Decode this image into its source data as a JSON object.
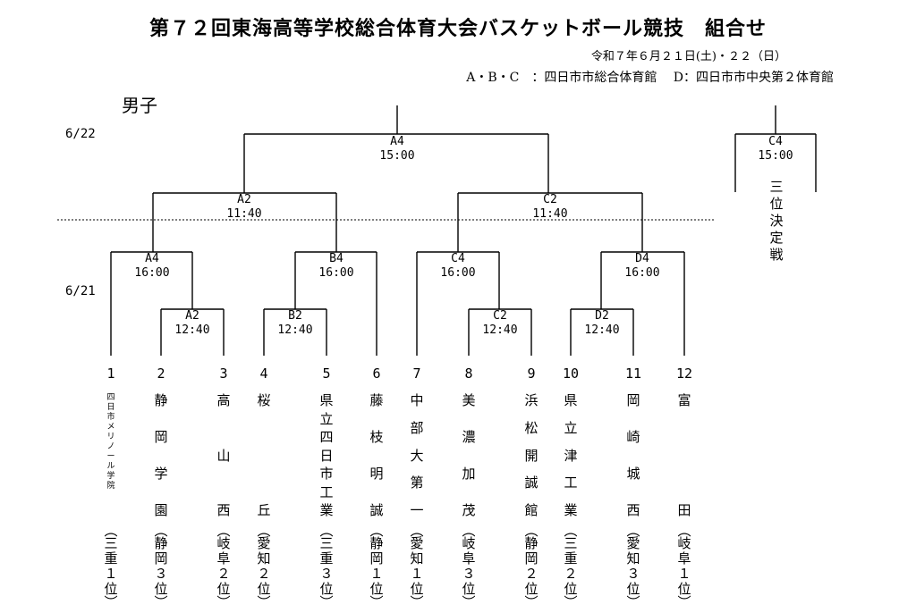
{
  "title": "第７２回東海高等学校総合体育大会バスケットボール競技　組合せ",
  "date": "令和７年６月２１日(土)・２２（日）",
  "venues": "A・B・C　：四日市市総合体育館　 D：四日市市中央第２体育館",
  "gender": "男子",
  "days": {
    "day2": "6/22",
    "day1": "6/21"
  },
  "matches": {
    "final": {
      "court": "A4",
      "time": "15:00"
    },
    "semi_left": {
      "court": "A2",
      "time": "11:40"
    },
    "semi_right": {
      "court": "C2",
      "time": "11:40"
    },
    "qf1": {
      "court": "A4",
      "time": "16:00"
    },
    "qf2": {
      "court": "B4",
      "time": "16:00"
    },
    "qf3": {
      "court": "C4",
      "time": "16:00"
    },
    "qf4": {
      "court": "D4",
      "time": "16:00"
    },
    "r1_1": {
      "court": "A2",
      "time": "12:40"
    },
    "r1_2": {
      "court": "B2",
      "time": "12:40"
    },
    "r1_3": {
      "court": "C2",
      "time": "12:40"
    },
    "r1_4": {
      "court": "D2",
      "time": "12:40"
    },
    "third_place": {
      "court": "C4",
      "time": "15:00",
      "label": "三位決定戦"
    }
  },
  "teams": [
    {
      "seed": "1",
      "name": "四日市メリノール学院",
      "pref": "三重１位"
    },
    {
      "seed": "2",
      "name": "静岡学園",
      "pref": "静岡３位"
    },
    {
      "seed": "3",
      "name": "高山西",
      "pref": "岐阜２位"
    },
    {
      "seed": "4",
      "name": "桜丘",
      "pref": "愛知２位"
    },
    {
      "seed": "5",
      "name": "県立四日市工業",
      "pref": "三重３位"
    },
    {
      "seed": "6",
      "name": "藤枝明誠",
      "pref": "静岡１位"
    },
    {
      "seed": "7",
      "name": "中部大第一",
      "pref": "愛知１位"
    },
    {
      "seed": "8",
      "name": "美濃加茂",
      "pref": "岐阜３位"
    },
    {
      "seed": "9",
      "name": "浜松開誠館",
      "pref": "静岡２位"
    },
    {
      "seed": "10",
      "name": "県立津工業",
      "pref": "三重２位"
    },
    {
      "seed": "11",
      "name": "岡崎城西",
      "pref": "愛知３位"
    },
    {
      "seed": "12",
      "name": "富田",
      "pref": "岐阜１位"
    }
  ]
}
